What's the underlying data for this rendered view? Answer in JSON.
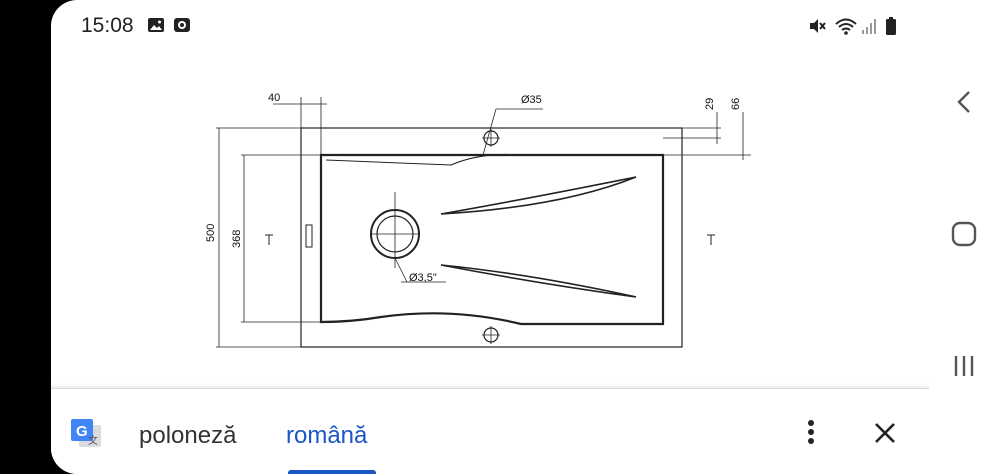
{
  "status_bar": {
    "time": "15:08",
    "left_icons": [
      "gallery-icon",
      "recorder-icon"
    ],
    "right_icons": [
      "mute-icon",
      "wifi-icon",
      "signal-icon",
      "battery-icon"
    ]
  },
  "drawing": {
    "dimensions": {
      "d1": "40",
      "d2": "Ø35",
      "d3": "29",
      "d4": "66",
      "d5": "500",
      "d6": "368",
      "d7": "Ø3,5\""
    }
  },
  "translate_bar": {
    "source_language": "poloneză",
    "target_language": "română",
    "icons": [
      "google-translate-icon",
      "more-vert-icon",
      "close-icon"
    ]
  },
  "nav_bar": {
    "buttons": [
      "back-icon",
      "home-icon",
      "recents-icon"
    ]
  }
}
